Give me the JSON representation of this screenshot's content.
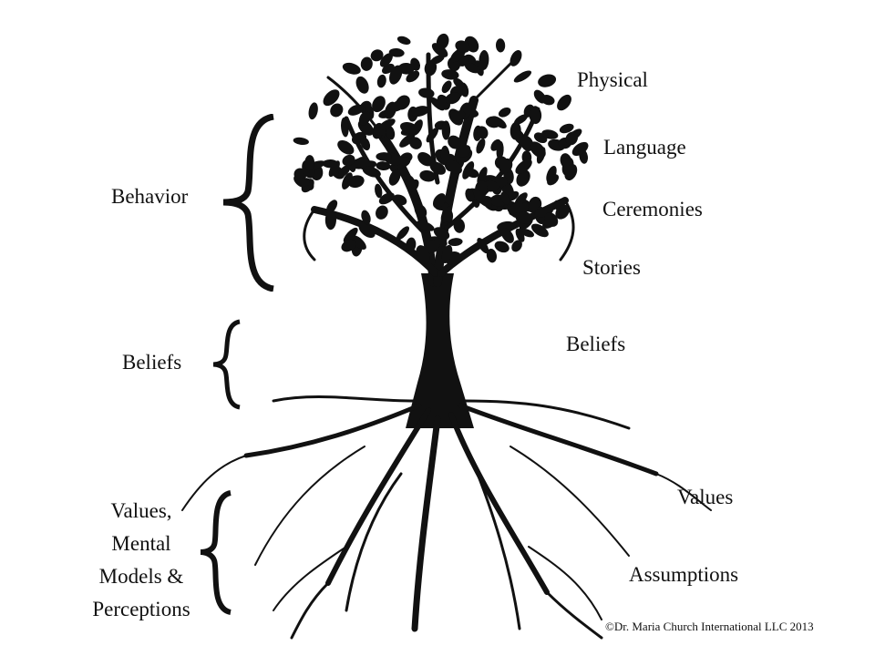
{
  "left_labels": {
    "behavior": "Behavior",
    "beliefs": "Beliefs",
    "values_lines": [
      "Values,",
      "Mental",
      "Models &",
      "Perceptions"
    ]
  },
  "right_labels": {
    "physical": "Physical",
    "language": "Language",
    "ceremonies": "Ceremonies",
    "stories": "Stories",
    "beliefs": "Beliefs",
    "values": "Values",
    "assumptions": "Assumptions"
  },
  "copyright": "©Dr. Maria Church International LLC 2013",
  "colors": {
    "ink": "#111111",
    "background": "#ffffff"
  }
}
